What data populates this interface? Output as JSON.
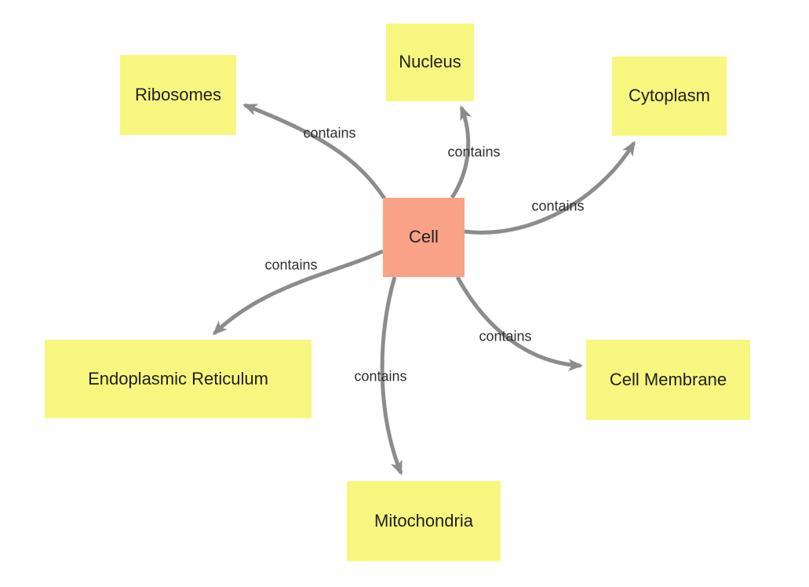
{
  "diagram": {
    "center_node": {
      "id": "cell",
      "label": "Cell"
    },
    "nodes": [
      {
        "id": "ribosomes",
        "label": "Ribosomes"
      },
      {
        "id": "nucleus",
        "label": "Nucleus"
      },
      {
        "id": "cytoplasm",
        "label": "Cytoplasm"
      },
      {
        "id": "endoplasmic-reticulum",
        "label": "Endoplasmic Reticulum"
      },
      {
        "id": "cell-membrane",
        "label": "Cell Membrane"
      },
      {
        "id": "mitochondria",
        "label": "Mitochondria"
      }
    ],
    "edges": [
      {
        "from": "Cell",
        "to": "Ribosomes",
        "label": "contains"
      },
      {
        "from": "Cell",
        "to": "Nucleus",
        "label": "contains"
      },
      {
        "from": "Cell",
        "to": "Cytoplasm",
        "label": "contains"
      },
      {
        "from": "Cell",
        "to": "Endoplasmic Reticulum",
        "label": "contains"
      },
      {
        "from": "Cell",
        "to": "Mitochondria",
        "label": "contains"
      },
      {
        "from": "Cell",
        "to": "Cell Membrane",
        "label": "contains"
      }
    ],
    "colors": {
      "node_fill": "#F7F67F",
      "center_fill": "#F9A287",
      "edge": "#8C8C8C",
      "node_text": "#1F1F1F",
      "edge_label_text": "#2E2E2E",
      "background": "#FFFFFF"
    }
  }
}
